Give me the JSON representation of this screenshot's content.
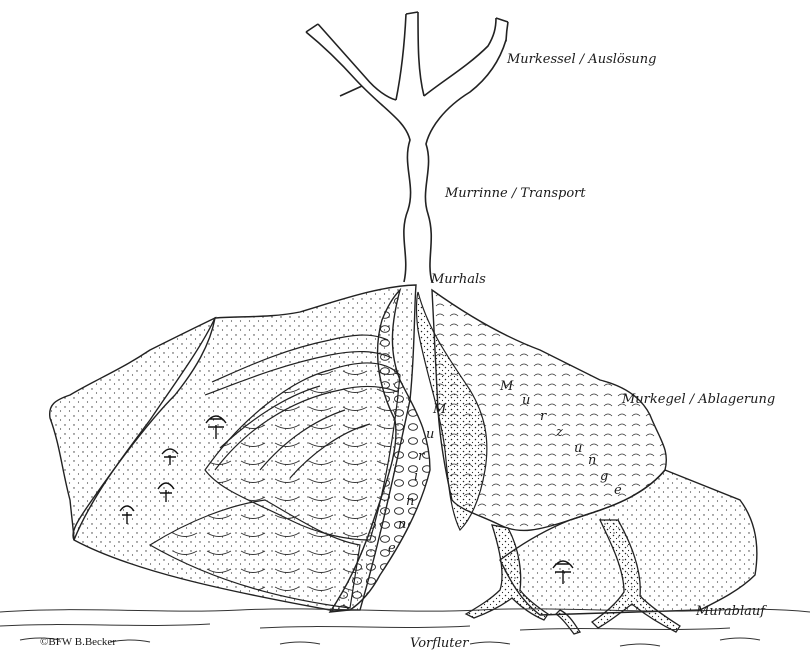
{
  "labels": {
    "starting_zone": "Murkessel / Auslösung",
    "channel": "Murrinne / Transport",
    "neck": "Murhals",
    "fan": "Murkegel / Ablagerung",
    "runout": "Murablauf",
    "receiving_water": "Vorfluter"
  },
  "tongue_letters": {
    "murinne": [
      "M",
      "u",
      "r",
      "i",
      "n",
      "n",
      "e"
    ],
    "murzunge": [
      "M",
      "u",
      "r",
      "z",
      "u",
      "n",
      "g",
      "e"
    ]
  },
  "credit": "©BFW B.Becker"
}
